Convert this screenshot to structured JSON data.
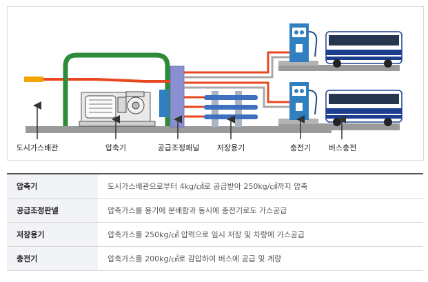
{
  "diagram": {
    "labels": {
      "city_gas_pipe": "도시가스배관",
      "compressor": "압축기",
      "supply_panel": "공급조정패널",
      "storage": "저장용기",
      "dispenser": "충전기",
      "bus_charging": "버스충전"
    },
    "colors": {
      "gas_line": "#e8461e",
      "return_line": "#a8a8a8",
      "green_pipe": "#2e8b3a",
      "panel": "#8a8fd0",
      "storage_tank": "#3f6fbf",
      "storage_frame": "#a9b5c1",
      "ground": "#9a9a9a",
      "dispenser": "#2f7fc1",
      "bus_body": "#ffffff",
      "bus_stripe": "#1c3e8f",
      "inlet": "#f5a300"
    },
    "icons": [
      "compressor-icon",
      "dispenser-icon",
      "bus-icon",
      "arrow-up-icon"
    ]
  },
  "table": {
    "rows": [
      {
        "term": "압축기",
        "desc": "도시가스배관으로부터 4kg/㎠로 공급받아 250kg/㎠까지 압축"
      },
      {
        "term": "공급조정판넬",
        "desc": "압축가스를 용기에 분배함과 동시에 충전기로도 가스공급"
      },
      {
        "term": "저장용기",
        "desc": "압축가스를 250kg/㎠ 압력으로 임시 저장 및 차량에 가스공급"
      },
      {
        "term": "충전기",
        "desc": "압축가스를 200kg/㎠로 감압하여 버스에 공급 및 계량"
      }
    ]
  }
}
